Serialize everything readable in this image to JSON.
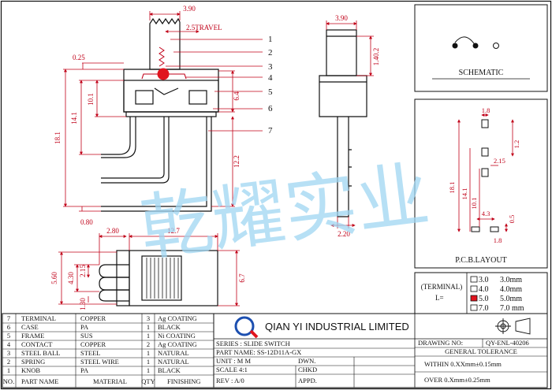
{
  "dims": {
    "knob_width": "3.90",
    "travel": "2.5TRAVEL",
    "top_offset": "0.25",
    "body_h": "10.1",
    "total_h1": "14.1",
    "total_h": "18.1",
    "pin_h": "6.4",
    "pin_len": "12.2",
    "pin_t": "0.80",
    "side_knob_w": "3.90",
    "side_knob_h": "1.40.2",
    "side_pin": "2.20",
    "bot_offset": "2.80",
    "bot_len": "12.7",
    "bot_h": "5.60",
    "bot_h2": "4.30",
    "bot_pitch": "2.15",
    "bot_pin": "1.30",
    "bot_w": "6.7"
  },
  "callouts": [
    "1",
    "2",
    "3",
    "4",
    "5",
    "6",
    "7"
  ],
  "schematic": {
    "title": "SCHEMATIC"
  },
  "pcb": {
    "title": "P.C.B.LAYOUT",
    "dims": {
      "pad_w": "1.8",
      "pad_h": "1.2",
      "pitch": "2.15",
      "h1": "18.1",
      "h2": "14.1",
      "h3": "10.1",
      "x": "4.3",
      "hole": "0.5",
      "pad2": "1.8"
    }
  },
  "terminal": {
    "label1": "(TERMINAL)",
    "label2": "L=",
    "options": [
      {
        "code": "3.0",
        "value": "3.0mm",
        "checked": false
      },
      {
        "code": "4.0",
        "value": "4.0mm",
        "checked": false
      },
      {
        "code": "5.0",
        "value": "5.0mm",
        "checked": true
      },
      {
        "code": "7.0",
        "value": "7.0 mm",
        "checked": false
      }
    ]
  },
  "watermark": "乾耀实业",
  "bom": {
    "header": {
      "no": "NO.",
      "name": "PART NAME",
      "material": "MATERIAL",
      "qty": "QTY",
      "finishing": "FINISHING"
    },
    "rows": [
      {
        "no": "7",
        "name": "TERMINAL",
        "material": "COPPER",
        "qty": "3",
        "finishing": "Ag COATING"
      },
      {
        "no": "6",
        "name": "CASE",
        "material": "PA",
        "qty": "1",
        "finishing": "BLACK"
      },
      {
        "no": "5",
        "name": "FRAME",
        "material": "SUS",
        "qty": "1",
        "finishing": "Ni COATING"
      },
      {
        "no": "4",
        "name": "CONTACT",
        "material": "COPPER",
        "qty": "2",
        "finishing": "Ag COATING"
      },
      {
        "no": "3",
        "name": "STEEL BALL",
        "material": "STEEL",
        "qty": "1",
        "finishing": "NATURAL"
      },
      {
        "no": "2",
        "name": "SPRING",
        "material": "STEEL WIRE",
        "qty": "1",
        "finishing": "NATURAL"
      },
      {
        "no": "1",
        "name": "KNOB",
        "material": "PA",
        "qty": "1",
        "finishing": "BLACK"
      }
    ]
  },
  "title_block": {
    "company": "QIAN YI INDUSTRIAL LIMITED",
    "series": "SERIES : SLIDE SWITCH",
    "part_name": "PART NAME: SS-12D11A-GX",
    "unit": "UNIT : M M",
    "scale": "SCALE 4:1",
    "rev": "REV  : A/0",
    "dwn": "DWN.",
    "chkd": "CHKD",
    "appd": "APPD.",
    "drawing_no": "DRAWING NO:",
    "drawing_no_val": "QY-ENL-40206",
    "tolerance": "GENERAL TOLERANCE",
    "within": "WITHIN  0.XXmm±0.15mm",
    "over": "OVER    0.Xmm±0.25mm"
  },
  "colors": {
    "dim": "#c00018",
    "line": "#111111",
    "watermark": "#9fd6f2",
    "accent": "#e0141e",
    "logo": "#1c4fb0"
  }
}
